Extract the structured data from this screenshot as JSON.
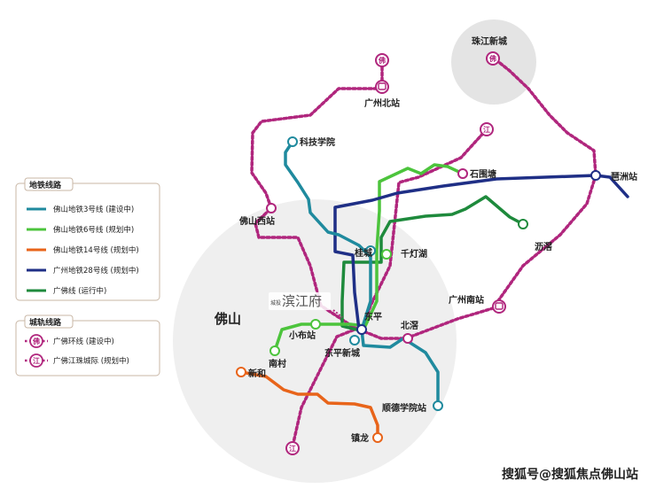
{
  "regions": {
    "foshan": "佛山",
    "zhujiang_newtown": "珠江新城"
  },
  "project_label": "滨江府",
  "legend": {
    "metro_title": "地铁线路",
    "metro_items": [
      {
        "label": "佛山地铁3号线 (建设中)",
        "color": "#1f8a9e"
      },
      {
        "label": "佛山地铁6号线 (规划中)",
        "color": "#4cc43c"
      },
      {
        "label": "佛山地铁14号线 (规划中)",
        "color": "#e8641a"
      },
      {
        "label": "广州地铁28号线 (规划中)",
        "color": "#1f2f86"
      },
      {
        "label": "广佛线 (运行中)",
        "color": "#1e8a3c"
      }
    ],
    "rail_title": "城轨线路",
    "rail_items": [
      {
        "label": "广佛环线 (建设中)",
        "glyph": "佛",
        "color": "#b0267d"
      },
      {
        "label": "广佛江珠城际 (规划中)",
        "glyph": "江",
        "color": "#b0267d"
      }
    ]
  },
  "stations": {
    "guangzhou_north": "广州北站",
    "keji_xueyuan": "科技学院",
    "shiweitang": "石围塘",
    "pazhou": "琶洲站",
    "foshan_west": "佛山西站",
    "guicheng": "桂城",
    "qiandenghu": "千灯湖",
    "lichong": "沥滘",
    "guangzhou_south": "广州南站",
    "dongping": "东平",
    "xiaobuzhan": "小布站",
    "beijiao": "北滘",
    "nancun": "南村",
    "dongping_newtown": "东平新城",
    "xinhe": "新和",
    "shunde_xueyuan": "顺德学院站",
    "zhenlong": "镇龙"
  },
  "glyphs": {
    "fo": "佛",
    "jiang": "江"
  },
  "watermark": "搜狐号@搜狐焦点佛山站"
}
